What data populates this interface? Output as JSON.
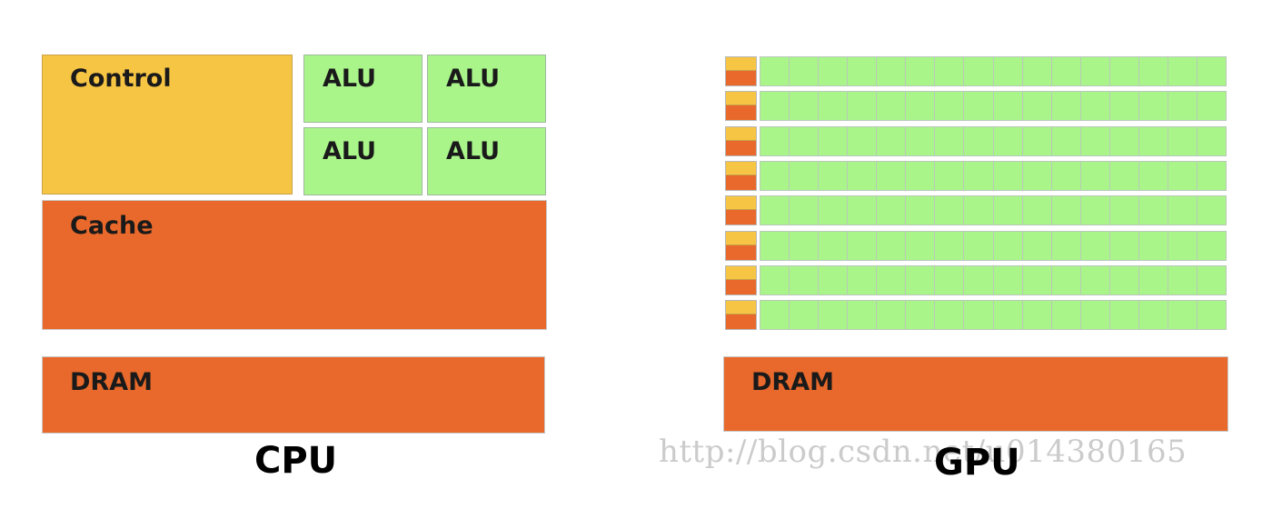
{
  "cpu": {
    "control_label": "Control",
    "alu_labels": [
      "ALU",
      "ALU",
      "ALU",
      "ALU"
    ],
    "cache_label": "Cache",
    "dram_label": "DRAM",
    "caption": "CPU"
  },
  "gpu": {
    "dram_label": "DRAM",
    "caption": "GPU",
    "core_rows": 8,
    "cores_per_row": 16
  },
  "watermark": "http://blog.csdn.net/u014380165",
  "colors": {
    "control": "#f7c544",
    "alu": "#a9f58a",
    "cache_dram": "#e8692b"
  }
}
